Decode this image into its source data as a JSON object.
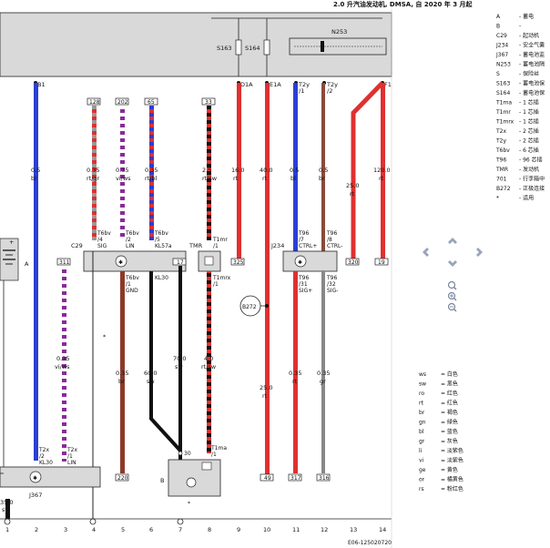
{
  "header": {
    "title": "2.0 升汽油发动机, DMSA, 自 2020 年 3 月起"
  },
  "legend_components": [
    {
      "code": "A",
      "desc": "蓄电"
    },
    {
      "code": "B",
      "desc": ""
    },
    {
      "code": "C29",
      "desc": "起动机"
    },
    {
      "code": "J234",
      "desc": "安全气囊"
    },
    {
      "code": "J367",
      "desc": "蓄电池监"
    },
    {
      "code": "N253",
      "desc": "蓄电池隔"
    },
    {
      "code": "S",
      "desc": "保险丝"
    },
    {
      "code": "S163",
      "desc": "蓄电池保"
    },
    {
      "code": "S164",
      "desc": "蓄电池保"
    },
    {
      "code": "T1ma",
      "desc": "1 芯插"
    },
    {
      "code": "T1mr",
      "desc": "1 芯插"
    },
    {
      "code": "T1mrx",
      "desc": "1 芯插"
    },
    {
      "code": "T2x",
      "desc": "2 芯插"
    },
    {
      "code": "T2y",
      "desc": "2 芯插"
    },
    {
      "code": "T6bv",
      "desc": "6 芯插"
    },
    {
      "code": "T96",
      "desc": "96 芯插"
    },
    {
      "code": "TMR",
      "desc": "发动机"
    },
    {
      "code": "701",
      "desc": "行李箱中"
    },
    {
      "code": "B272",
      "desc": "正极连接"
    },
    {
      "code": "*",
      "desc": "适用"
    }
  ],
  "color_legend": [
    {
      "code": "ws",
      "name": "白色"
    },
    {
      "code": "sw",
      "name": "黑色"
    },
    {
      "code": "ro",
      "name": "红色"
    },
    {
      "code": "rt",
      "name": "红色"
    },
    {
      "code": "br",
      "name": "褐色"
    },
    {
      "code": "gn",
      "name": "绿色"
    },
    {
      "code": "bl",
      "name": "蓝色"
    },
    {
      "code": "gr",
      "name": "灰色"
    },
    {
      "code": "li",
      "name": "淡紫色"
    },
    {
      "code": "vi",
      "name": "淡紫色"
    },
    {
      "code": "ge",
      "name": "黄色"
    },
    {
      "code": "or",
      "name": "橘黄色"
    },
    {
      "code": "rs",
      "name": "粉红色"
    }
  ],
  "fuses": {
    "s163": "S163",
    "s164": "S164",
    "n253": "N253"
  },
  "top_pins": {
    "b1": "B1",
    "d1a": "D1A",
    "e1a": "E1A",
    "t2y1": "T2y\n/1",
    "t2y2": "T2y\n/2",
    "f1": "F1"
  },
  "connectors_top": {
    "c128": "128",
    "c202": "202",
    "c65": "65",
    "c33": "33"
  },
  "wires_upper": [
    {
      "col": 2,
      "gauge": "0.5",
      "color": "bl"
    },
    {
      "col": 4,
      "gauge": "0.35",
      "color": "rt/gr"
    },
    {
      "col": 5,
      "gauge": "0.35",
      "color": "vi/ws"
    },
    {
      "col": 6,
      "gauge": "0.35",
      "color": "rt/bl"
    },
    {
      "col": 8,
      "gauge": "2.5",
      "color": "rt/sw"
    },
    {
      "col": 9,
      "gauge": "16.0",
      "color": "rt"
    },
    {
      "col": 10,
      "gauge": "40.0",
      "color": "rt"
    },
    {
      "col": 11,
      "gauge": "0.5",
      "color": "bl"
    },
    {
      "col": 12,
      "gauge": "0.5",
      "color": "br"
    },
    {
      "col": 13,
      "gauge": "25.0",
      "color": "rt"
    },
    {
      "col": 14,
      "gauge": "120.0",
      "color": "rt"
    }
  ],
  "wires_lower": [
    {
      "col": 3,
      "gauge": "0.35",
      "color": "vi/ws"
    },
    {
      "col": 5,
      "gauge": "0.35",
      "color": "br"
    },
    {
      "col": 6,
      "gauge": "60.0",
      "color": "sw"
    },
    {
      "col": 7,
      "gauge": "70.0",
      "color": "sw"
    },
    {
      "col": 8,
      "gauge": "4.0",
      "color": "rt/sw"
    },
    {
      "col": 10,
      "gauge": "25.0",
      "color": "rt"
    },
    {
      "col": 11,
      "gauge": "0.35",
      "color": "rt"
    },
    {
      "col": 12,
      "gauge": "0.35",
      "color": "gr"
    }
  ],
  "c29": {
    "label": "C29",
    "pins_top": [
      "T6bv\n/4\nSIG",
      "T6bv\n/2\nLIN",
      "T6bv\n/5\nKL57a"
    ],
    "pins_bottom": [
      "T6bv\n/1\nGND",
      "KL30"
    ]
  },
  "tmr": {
    "label": "TMR",
    "pin_top": "T1mr\n/1",
    "pin_bottom": "T1mrx\n/1"
  },
  "j234": {
    "label": "J234",
    "pins_top": [
      "T96\n/7\nCTRL+",
      "T96\n/8\nCTRL-"
    ],
    "pins_bottom": [
      "T96\n/31\nSIG+",
      "T96\n/32\nSIG-"
    ]
  },
  "j367": {
    "label": "J367",
    "pins": [
      "T2x\n/2\nKL30",
      "T2x\n/1\nLIN"
    ]
  },
  "refs": {
    "r325": "325",
    "r17": "17",
    "r311": "311",
    "r320": "320",
    "r19": "19",
    "r220": "220",
    "r49": "49",
    "r317": "317",
    "r316": "316"
  },
  "b272": "B272",
  "battery": {
    "label": "A",
    "plus": "+"
  },
  "b_label": "B",
  "t1ma": "T1ma\n/1",
  "pin30": "30",
  "star": "*",
  "left_wire": {
    "gauge": "35.0",
    "color": "sw"
  },
  "columns": [
    "1",
    "2",
    "3",
    "4",
    "5",
    "6",
    "7",
    "8",
    "9",
    "10",
    "11",
    "12",
    "13",
    "14"
  ],
  "footer_code": "E06-125020720"
}
